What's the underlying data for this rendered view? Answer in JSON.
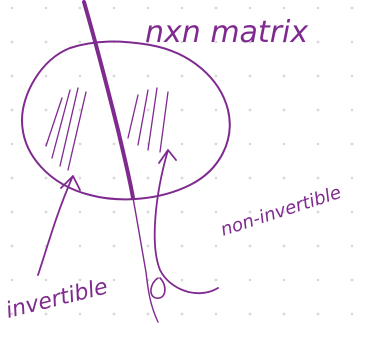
{
  "diagram": {
    "title": "nxn matrix",
    "labels": {
      "invertible": "invertible",
      "non_invertible": "non-invertible"
    }
  },
  "colors": {
    "ink": "#7f2a8f",
    "dots": "#d9d9d9",
    "background": "#ffffff"
  }
}
